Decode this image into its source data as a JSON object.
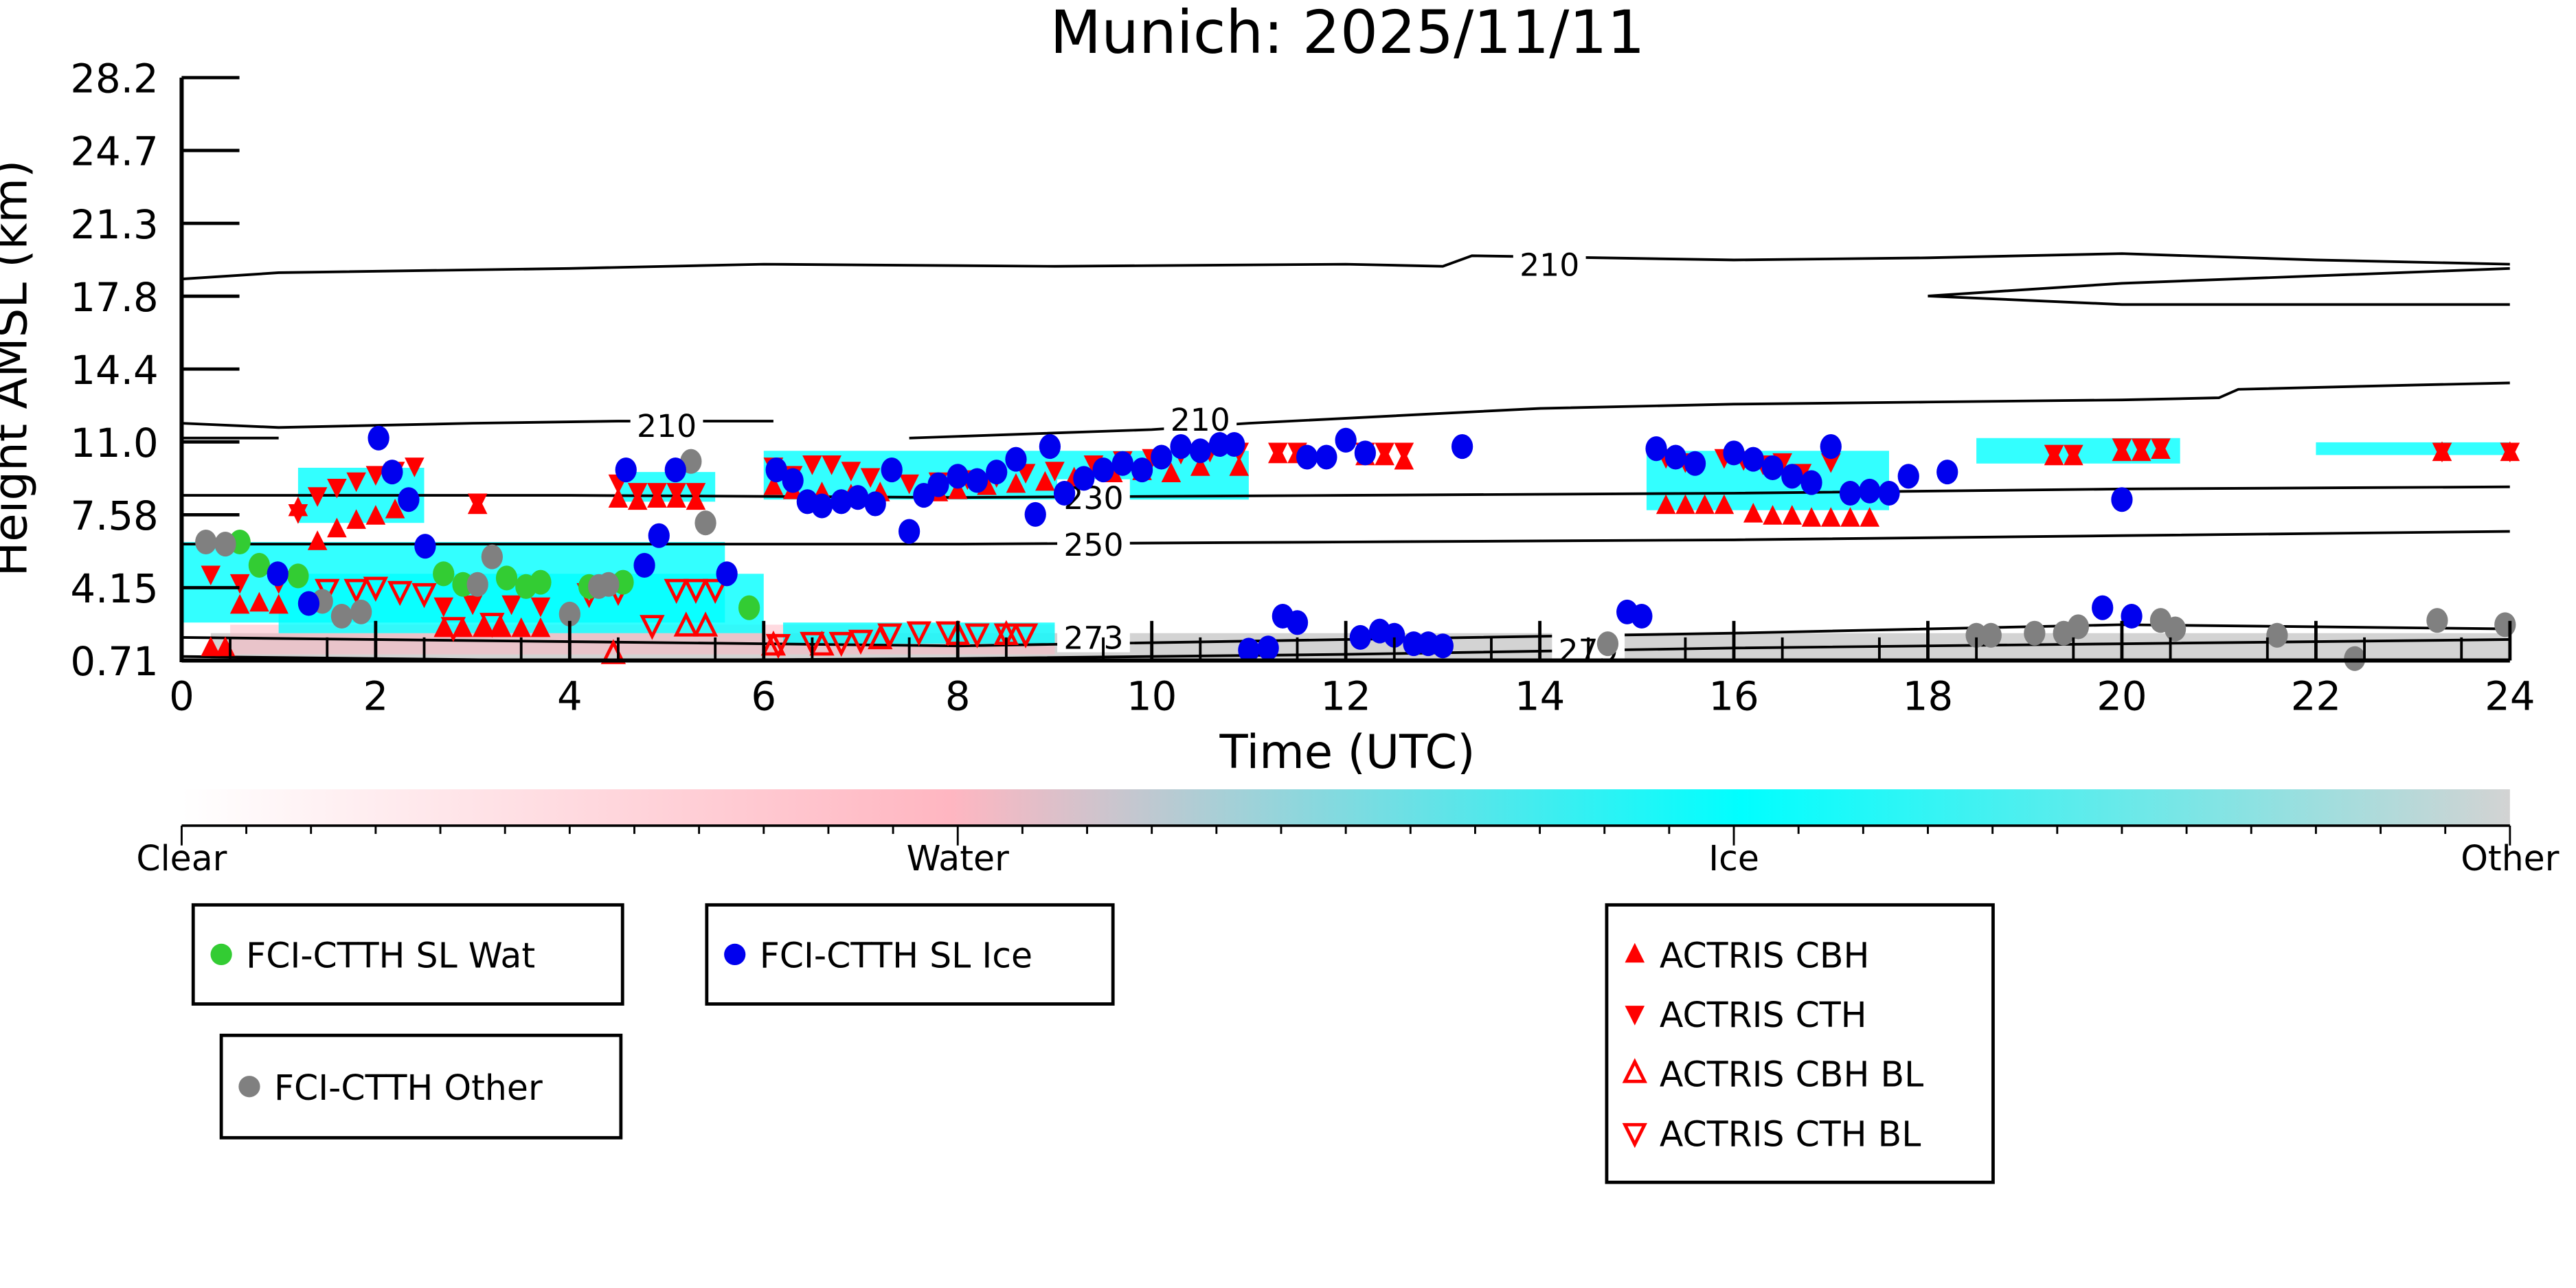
{
  "chart_data": {
    "type": "scatter",
    "title": "Munich: 2025/11/11",
    "xlabel": "Time (UTC)",
    "ylabel": "Height AMSL (km)",
    "xlim": [
      0,
      24
    ],
    "ylim": [
      0.71,
      28.2
    ],
    "xticks": [
      "0",
      "2",
      "4",
      "6",
      "8",
      "10",
      "12",
      "14",
      "16",
      "18",
      "20",
      "22",
      "24"
    ],
    "yticks": [
      "0.71",
      "4.15",
      "7.58",
      "11.0",
      "14.4",
      "17.8",
      "21.3",
      "24.7",
      "28.2"
    ],
    "colorbar": {
      "labels": [
        "Clear",
        "Water",
        "Ice",
        "Other"
      ],
      "colors": [
        "#ffffff",
        "#ffb6c1",
        "#00ffff",
        "#d3d3d3"
      ]
    },
    "contour_labels": [
      "210",
      "210",
      "210",
      "230",
      "250",
      "273",
      "279"
    ],
    "series": [
      {
        "name": "FCI-CTTH SL Wat",
        "marker": "circle",
        "color": "#33cc33",
        "points": [
          [
            0.6,
            6.3
          ],
          [
            0.8,
            5.2
          ],
          [
            1.2,
            4.7
          ],
          [
            2.7,
            4.8
          ],
          [
            2.9,
            4.3
          ],
          [
            3.35,
            4.6
          ],
          [
            3.55,
            4.2
          ],
          [
            3.7,
            4.4
          ],
          [
            4.2,
            4.2
          ],
          [
            4.55,
            4.4
          ],
          [
            5.85,
            3.2
          ]
        ]
      },
      {
        "name": "FCI-CTTH SL Ice",
        "marker": "circle",
        "color": "#0000ee",
        "points": [
          [
            2.03,
            11.2
          ],
          [
            2.17,
            9.6
          ],
          [
            2.34,
            8.3
          ],
          [
            2.51,
            6.1
          ],
          [
            0.99,
            4.8
          ],
          [
            1.31,
            3.4
          ],
          [
            4.58,
            9.7
          ],
          [
            4.92,
            6.6
          ],
          [
            4.77,
            5.2
          ],
          [
            5.09,
            9.7
          ],
          [
            5.62,
            4.8
          ],
          [
            6.13,
            9.7
          ],
          [
            6.3,
            9.2
          ],
          [
            6.45,
            8.2
          ],
          [
            6.6,
            8.0
          ],
          [
            6.8,
            8.2
          ],
          [
            6.97,
            8.4
          ],
          [
            7.15,
            8.1
          ],
          [
            7.32,
            9.7
          ],
          [
            7.5,
            6.8
          ],
          [
            7.65,
            8.5
          ],
          [
            7.8,
            9.0
          ],
          [
            8.0,
            9.4
          ],
          [
            8.2,
            9.2
          ],
          [
            8.4,
            9.6
          ],
          [
            8.6,
            10.2
          ],
          [
            8.8,
            7.6
          ],
          [
            8.95,
            10.8
          ],
          [
            9.1,
            8.6
          ],
          [
            9.3,
            9.3
          ],
          [
            9.5,
            9.7
          ],
          [
            9.7,
            10.0
          ],
          [
            9.9,
            9.7
          ],
          [
            10.1,
            10.3
          ],
          [
            10.3,
            10.8
          ],
          [
            10.5,
            10.6
          ],
          [
            10.7,
            10.9
          ],
          [
            10.85,
            10.9
          ],
          [
            11.0,
            1.2
          ],
          [
            11.2,
            1.3
          ],
          [
            11.35,
            2.8
          ],
          [
            11.5,
            2.5
          ],
          [
            11.6,
            10.3
          ],
          [
            11.8,
            10.3
          ],
          [
            12.0,
            11.1
          ],
          [
            12.2,
            10.5
          ],
          [
            12.15,
            1.8
          ],
          [
            12.35,
            2.1
          ],
          [
            12.5,
            1.9
          ],
          [
            12.7,
            1.5
          ],
          [
            12.85,
            1.5
          ],
          [
            13.0,
            1.4
          ],
          [
            13.2,
            10.8
          ],
          [
            14.9,
            3.0
          ],
          [
            15.05,
            2.8
          ],
          [
            15.2,
            10.7
          ],
          [
            15.4,
            10.3
          ],
          [
            15.6,
            10.0
          ],
          [
            16.0,
            10.5
          ],
          [
            16.2,
            10.2
          ],
          [
            16.4,
            9.8
          ],
          [
            16.6,
            9.4
          ],
          [
            16.8,
            9.1
          ],
          [
            17.0,
            10.8
          ],
          [
            17.2,
            8.6
          ],
          [
            17.4,
            8.7
          ],
          [
            17.6,
            8.6
          ],
          [
            17.8,
            9.4
          ],
          [
            18.2,
            9.6
          ],
          [
            19.8,
            3.2
          ],
          [
            20.0,
            8.3
          ],
          [
            20.1,
            2.8
          ]
        ]
      },
      {
        "name": "FCI-CTTH Other",
        "marker": "circle",
        "color": "#808080",
        "points": [
          [
            0.25,
            6.3
          ],
          [
            0.45,
            6.2
          ],
          [
            1.45,
            3.5
          ],
          [
            1.65,
            2.8
          ],
          [
            1.85,
            3.0
          ],
          [
            3.05,
            4.3
          ],
          [
            3.2,
            5.6
          ],
          [
            4.0,
            2.9
          ],
          [
            4.3,
            4.2
          ],
          [
            4.4,
            4.3
          ],
          [
            5.25,
            10.1
          ],
          [
            5.4,
            7.2
          ],
          [
            14.7,
            1.5
          ],
          [
            18.5,
            1.9
          ],
          [
            18.65,
            1.9
          ],
          [
            19.1,
            2.0
          ],
          [
            19.4,
            2.0
          ],
          [
            19.55,
            2.3
          ],
          [
            20.4,
            2.6
          ],
          [
            20.55,
            2.2
          ],
          [
            21.6,
            1.9
          ],
          [
            22.4,
            0.8
          ],
          [
            23.25,
            2.6
          ],
          [
            23.95,
            2.4
          ]
        ]
      },
      {
        "name": "ACTRIS CBH",
        "marker": "triangle-up",
        "color": "#ff0000",
        "points": [
          [
            0.3,
            1.3
          ],
          [
            0.45,
            1.3
          ],
          [
            0.6,
            3.3
          ],
          [
            0.8,
            3.4
          ],
          [
            1.0,
            3.3
          ],
          [
            1.2,
            7.9
          ],
          [
            1.4,
            6.3
          ],
          [
            1.6,
            6.9
          ],
          [
            1.8,
            7.3
          ],
          [
            2.0,
            7.5
          ],
          [
            2.2,
            7.8
          ],
          [
            3.05,
            8.0
          ],
          [
            2.7,
            2.2
          ],
          [
            2.9,
            2.2
          ],
          [
            3.1,
            2.2
          ],
          [
            3.3,
            2.2
          ],
          [
            3.5,
            2.2
          ],
          [
            3.7,
            2.2
          ],
          [
            4.5,
            8.3
          ],
          [
            4.7,
            8.2
          ],
          [
            4.9,
            8.3
          ],
          [
            5.1,
            8.3
          ],
          [
            5.3,
            8.2
          ],
          [
            6.1,
            8.9
          ],
          [
            6.3,
            8.7
          ],
          [
            6.6,
            8.6
          ],
          [
            6.9,
            8.5
          ],
          [
            7.2,
            8.6
          ],
          [
            7.8,
            8.6
          ],
          [
            8.0,
            8.7
          ],
          [
            8.3,
            8.9
          ],
          [
            8.6,
            9.0
          ],
          [
            8.9,
            9.1
          ],
          [
            9.2,
            9.3
          ],
          [
            9.6,
            9.5
          ],
          [
            9.9,
            9.6
          ],
          [
            10.2,
            9.5
          ],
          [
            10.5,
            9.8
          ],
          [
            10.9,
            9.8
          ],
          [
            11.3,
            10.4
          ],
          [
            11.5,
            10.4
          ],
          [
            12.2,
            10.3
          ],
          [
            12.4,
            10.3
          ],
          [
            12.6,
            10.1
          ],
          [
            15.3,
            8.0
          ],
          [
            15.5,
            8.0
          ],
          [
            15.7,
            8.0
          ],
          [
            15.9,
            8.0
          ],
          [
            16.2,
            7.6
          ],
          [
            16.4,
            7.5
          ],
          [
            16.6,
            7.5
          ],
          [
            16.8,
            7.4
          ],
          [
            17.0,
            7.4
          ],
          [
            17.2,
            7.4
          ],
          [
            17.4,
            7.4
          ],
          [
            19.3,
            10.3
          ],
          [
            19.5,
            10.3
          ],
          [
            20.0,
            10.5
          ],
          [
            20.2,
            10.5
          ],
          [
            20.4,
            10.6
          ],
          [
            23.3,
            10.5
          ],
          [
            24.0,
            10.5
          ]
        ]
      },
      {
        "name": "ACTRIS CTH",
        "marker": "triangle-down",
        "color": "#ff0000",
        "points": [
          [
            0.3,
            4.8
          ],
          [
            0.6,
            4.4
          ],
          [
            1.0,
            4.4
          ],
          [
            1.2,
            7.7
          ],
          [
            1.4,
            8.5
          ],
          [
            1.6,
            8.9
          ],
          [
            1.8,
            9.2
          ],
          [
            2.0,
            9.5
          ],
          [
            2.2,
            9.7
          ],
          [
            2.4,
            9.9
          ],
          [
            3.05,
            8.2
          ],
          [
            2.7,
            3.3
          ],
          [
            3.0,
            3.4
          ],
          [
            3.4,
            3.4
          ],
          [
            3.7,
            3.3
          ],
          [
            4.5,
            9.1
          ],
          [
            4.7,
            8.7
          ],
          [
            4.9,
            8.7
          ],
          [
            5.1,
            8.7
          ],
          [
            5.3,
            8.7
          ],
          [
            6.1,
            9.9
          ],
          [
            6.3,
            9.5
          ],
          [
            6.5,
            10.0
          ],
          [
            6.7,
            10.0
          ],
          [
            6.9,
            9.7
          ],
          [
            7.1,
            9.4
          ],
          [
            7.5,
            9.1
          ],
          [
            7.8,
            9.2
          ],
          [
            8.1,
            9.3
          ],
          [
            8.4,
            9.4
          ],
          [
            8.7,
            9.6
          ],
          [
            9.0,
            9.7
          ],
          [
            9.4,
            10.0
          ],
          [
            9.7,
            10.2
          ],
          [
            10.0,
            10.3
          ],
          [
            10.3,
            10.5
          ],
          [
            10.6,
            10.6
          ],
          [
            10.9,
            10.6
          ],
          [
            11.3,
            10.6
          ],
          [
            11.5,
            10.6
          ],
          [
            12.2,
            10.6
          ],
          [
            12.4,
            10.6
          ],
          [
            12.6,
            10.6
          ],
          [
            15.3,
            10.3
          ],
          [
            15.5,
            10.1
          ],
          [
            15.9,
            10.3
          ],
          [
            16.1,
            10.2
          ],
          [
            16.3,
            10.0
          ],
          [
            16.5,
            10.1
          ],
          [
            16.7,
            9.6
          ],
          [
            17.0,
            10.1
          ],
          [
            19.3,
            10.5
          ],
          [
            19.5,
            10.5
          ],
          [
            20.0,
            10.8
          ],
          [
            20.2,
            10.8
          ],
          [
            20.4,
            10.8
          ],
          [
            23.3,
            10.6
          ],
          [
            24.0,
            10.6
          ]
        ]
      },
      {
        "name": "ACTRIS CBH BL",
        "marker": "triangle-up-open",
        "color": "#ff0000",
        "points": [
          [
            4.45,
            1.0
          ],
          [
            5.2,
            2.3
          ],
          [
            5.4,
            2.3
          ],
          [
            6.1,
            1.4
          ],
          [
            6.6,
            1.4
          ],
          [
            7.2,
            1.7
          ],
          [
            8.0,
            1.9
          ],
          [
            8.5,
            1.9
          ]
        ]
      },
      {
        "name": "ACTRIS CTH BL",
        "marker": "triangle-down-open",
        "color": "#ff0000",
        "points": [
          [
            1.5,
            4.1
          ],
          [
            1.8,
            4.1
          ],
          [
            2.0,
            4.2
          ],
          [
            2.25,
            4.0
          ],
          [
            2.5,
            3.9
          ],
          [
            2.8,
            2.3
          ],
          [
            3.2,
            2.5
          ],
          [
            4.2,
            3.9
          ],
          [
            4.5,
            4.0
          ],
          [
            4.85,
            2.4
          ],
          [
            5.1,
            4.1
          ],
          [
            5.3,
            4.1
          ],
          [
            5.5,
            4.1
          ],
          [
            6.15,
            1.5
          ],
          [
            6.5,
            1.6
          ],
          [
            6.8,
            1.6
          ],
          [
            7.0,
            1.7
          ],
          [
            7.3,
            2.0
          ],
          [
            7.6,
            2.1
          ],
          [
            7.9,
            2.1
          ],
          [
            8.2,
            2.0
          ],
          [
            8.5,
            2.0
          ],
          [
            8.7,
            2.0
          ]
        ]
      }
    ],
    "legends": [
      {
        "entries": [
          "FCI-CTTH SL Wat"
        ]
      },
      {
        "entries": [
          "FCI-CTTH SL Ice"
        ]
      },
      {
        "entries": [
          "FCI-CTTH Other"
        ]
      },
      {
        "entries": [
          "ACTRIS CBH",
          "ACTRIS CTH",
          "ACTRIS CBH BL",
          "ACTRIS CTH BL"
        ]
      }
    ],
    "grid": false
  }
}
